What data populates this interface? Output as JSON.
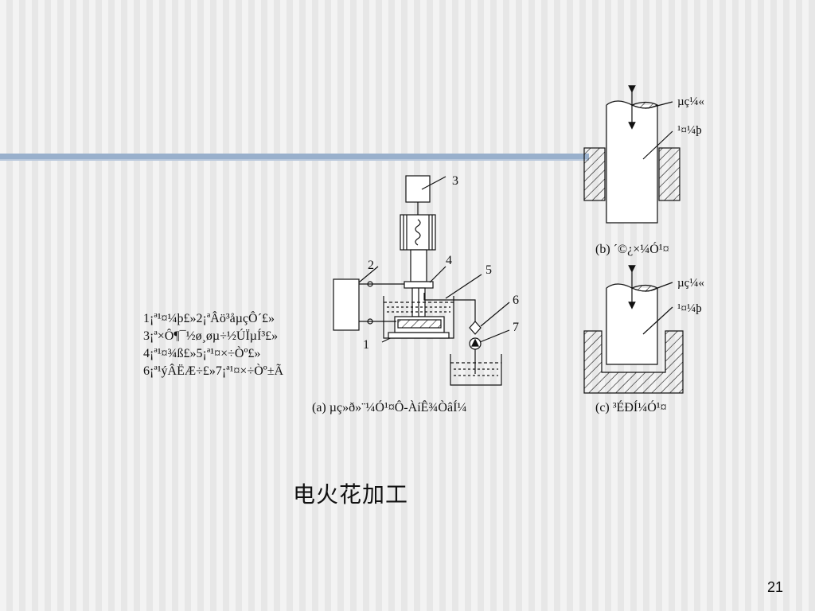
{
  "slide": {
    "title": "电火花加工",
    "page_number": "21"
  },
  "figure": {
    "numbers": {
      "n1": "1",
      "n2": "2",
      "n3": "3",
      "n4": "4",
      "n5": "5",
      "n6": "6",
      "n7": "7"
    },
    "legend_lines": [
      "1¡ª¹¤¼þ£»2¡ªÂö³åµçÔ´£»",
      "3¡ª×Ô¶¯½ø¸øµ÷½ÚÏµÍ³£»",
      "4¡ª¹¤¾ß£»5¡ª¹¤×÷Òº£»",
      "6¡ª¹ýÂËÆ÷£»7¡ª¹¤×÷Òº±Ã"
    ],
    "caption_a": "(a)  µç»ð»¨¼Ó¹¤Ô-ÀíÊ¾ÒâÍ¼",
    "caption_b": "(b)  ´©¿×¼Ó¹¤",
    "caption_c": "(c)  ³ÉÐÍ¼Ó¹¤",
    "electrode_label": "µç¼«",
    "workpiece_label": "¹¤¼þ"
  },
  "colors": {
    "band": "#99b0cc",
    "ink": "#111111"
  }
}
